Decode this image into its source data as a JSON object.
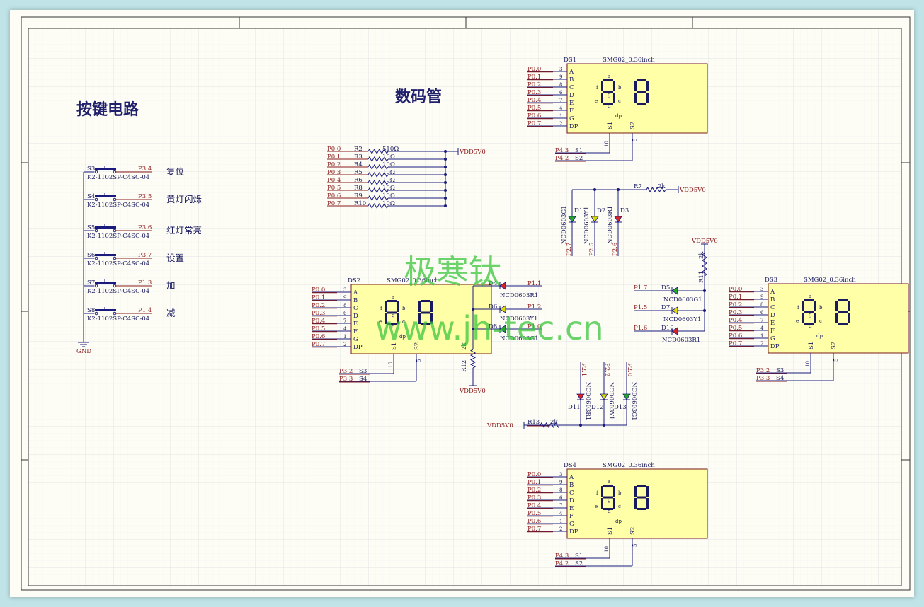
{
  "titles": {
    "keys": "按键电路",
    "display": "数码管"
  },
  "watermark": {
    "cn": "极寒钛",
    "url": "www.jh-tec.cn"
  },
  "buttons": [
    {
      "ref": "S3",
      "net": "P3.4",
      "part": "K2-1102SP-C4SC-04",
      "label": "复位"
    },
    {
      "ref": "S4",
      "net": "P3.5",
      "part": "K2-1102SP-C4SC-04",
      "label": "黄灯闪烁"
    },
    {
      "ref": "S5",
      "net": "P3.6",
      "part": "K2-1102SP-C4SC-04",
      "label": "红灯常亮"
    },
    {
      "ref": "S6",
      "net": "P3.7",
      "part": "K2-1102SP-C4SC-04",
      "label": "设置"
    },
    {
      "ref": "S7",
      "net": "P1.3",
      "part": "K2-1102SP-C4SC-04",
      "label": "加"
    },
    {
      "ref": "S8",
      "net": "P1.4",
      "part": "K2-1102SP-C4SC-04",
      "label": "减"
    }
  ],
  "gnd": "GND",
  "resistors": [
    {
      "net": "P0.0",
      "ref": "R2",
      "val": "510Ω"
    },
    {
      "net": "P0.1",
      "ref": "R3",
      "val": "10Ω"
    },
    {
      "net": "P0.2",
      "ref": "R4",
      "val": "10Ω"
    },
    {
      "net": "P0.3",
      "ref": "R5",
      "val": "10Ω"
    },
    {
      "net": "P0.4",
      "ref": "R6",
      "val": "10Ω"
    },
    {
      "net": "P0.5",
      "ref": "R8",
      "val": "10Ω"
    },
    {
      "net": "P0.6",
      "ref": "R9",
      "val": "10Ω"
    },
    {
      "net": "P0.7",
      "ref": "R10",
      "val": "10Ω"
    }
  ],
  "vdd": "VDD5V0",
  "displays": [
    {
      "ref": "DS1",
      "part": "SMG02_0.36inch",
      "bottom": [
        {
          "net": "P4.3",
          "lbl": "S1"
        },
        {
          "net": "P4.2",
          "lbl": "S2"
        }
      ]
    },
    {
      "ref": "DS2",
      "part": "SMG02_0.36inch",
      "bottom": [
        {
          "net": "P3.2",
          "lbl": "S3"
        },
        {
          "net": "P3.3",
          "lbl": "S4"
        }
      ]
    },
    {
      "ref": "DS3",
      "part": "SMG02_0.36inch",
      "bottom": [
        {
          "net": "P3.2",
          "lbl": "S3"
        },
        {
          "net": "P3.3",
          "lbl": "S4"
        }
      ]
    },
    {
      "ref": "DS4",
      "part": "SMG02_0.36inch",
      "bottom": [
        {
          "net": "P4.3",
          "lbl": "S1"
        },
        {
          "net": "P4.2",
          "lbl": "S2"
        }
      ]
    }
  ],
  "seg_pins": {
    "nets": [
      "P0.0",
      "P0.1",
      "P0.2",
      "P0.3",
      "P0.4",
      "P0.5",
      "P0.6",
      "P0.7"
    ],
    "nums": [
      "3",
      "9",
      "8",
      "6",
      "7",
      "4",
      "1",
      "2"
    ],
    "names": [
      "A",
      "B",
      "C",
      "D",
      "E",
      "F",
      "G",
      "DP"
    ],
    "common": [
      "S1",
      "S2"
    ],
    "common_nums": [
      "10",
      "5"
    ],
    "seg_letters": [
      "a",
      "b",
      "c",
      "d",
      "e",
      "f",
      "g",
      "dp"
    ]
  },
  "leds_top": {
    "r": {
      "ref": "R7",
      "val": "2k"
    },
    "items": [
      {
        "ref": "D1",
        "part": "NCD0603G1",
        "net": "P2.7",
        "color": "#22aa22"
      },
      {
        "ref": "D2",
        "part": "NCD0603Y1",
        "net": "P2.5",
        "color": "#dddd00"
      },
      {
        "ref": "D3",
        "part": "NCD0603R1",
        "net": "P2.6",
        "color": "#dd2222"
      }
    ]
  },
  "leds_left": {
    "r": {
      "ref": "R12",
      "val": "2k"
    },
    "items": [
      {
        "ref": "D4",
        "part": "NCD0603R1",
        "net": "P1.1",
        "color": "#dd2222"
      },
      {
        "ref": "D6",
        "part": "NCD0603Y1",
        "net": "P1.2",
        "color": "#dddd00"
      },
      {
        "ref": "D8",
        "part": "NCD0603G1",
        "net": "P1.0",
        "color": "#22aa22"
      }
    ]
  },
  "leds_right": {
    "r": {
      "ref": "R11",
      "val": "2k"
    },
    "items": [
      {
        "ref": "D5",
        "part": "NCD0603G1",
        "net": "P1.7",
        "color": "#22aa22"
      },
      {
        "ref": "D7",
        "part": "NCD0603Y1",
        "net": "P1.5",
        "color": "#dddd00"
      },
      {
        "ref": "D10",
        "part": "NCD0603R1",
        "net": "P1.6",
        "color": "#dd2222"
      }
    ]
  },
  "leds_bottom": {
    "r": {
      "ref": "R13",
      "val": "2k"
    },
    "items": [
      {
        "ref": "D11",
        "part": "NCD0603R1",
        "net": "P2.1",
        "color": "#dd2222"
      },
      {
        "ref": "D12",
        "part": "NCD0603Y1",
        "net": "P2.2",
        "color": "#dddd00"
      },
      {
        "ref": "D13",
        "part": "NCD0603G1",
        "net": "P2.0",
        "color": "#22aa22"
      }
    ]
  }
}
